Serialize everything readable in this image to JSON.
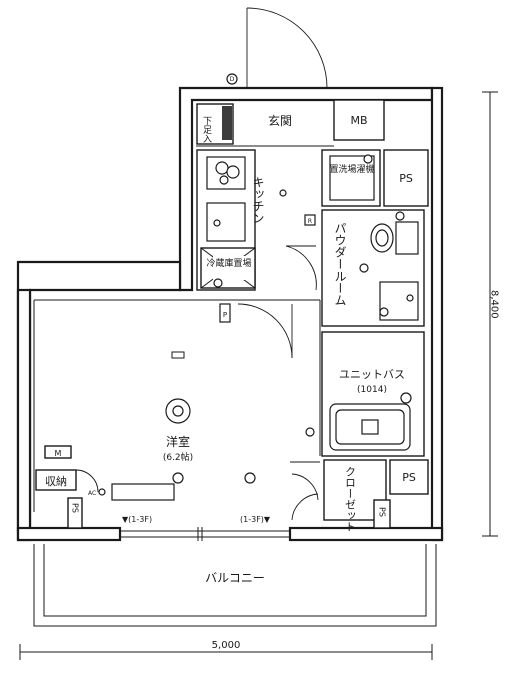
{
  "rooms": {
    "entrance": "玄関",
    "shoe_box": "下足入",
    "mb": "MB",
    "kitchen": "キッチン",
    "washer": "置洗場濯機",
    "ps_top": "PS",
    "powder_room": "パウダールーム",
    "fridge": "冷蔵庫置場",
    "unit_bath": "ユニットバス",
    "unit_bath_size": "(1014)",
    "western_room": "洋室",
    "western_room_size": "(6.2帖)",
    "closet": "クローゼット",
    "ps_bottom": "PS",
    "storage": "収納",
    "meter": "M",
    "ps_left": "PS",
    "ps_right": "PS",
    "balcony": "バルコニー"
  },
  "markers": {
    "floor_left": "▼(1-3F)",
    "floor_right": "(1-3F)▼",
    "d_mark": "D",
    "ac_mark": "AC",
    "p_mark": "P",
    "r_mark": "R"
  },
  "dimensions": {
    "width": "5,000",
    "depth": "8,400"
  }
}
